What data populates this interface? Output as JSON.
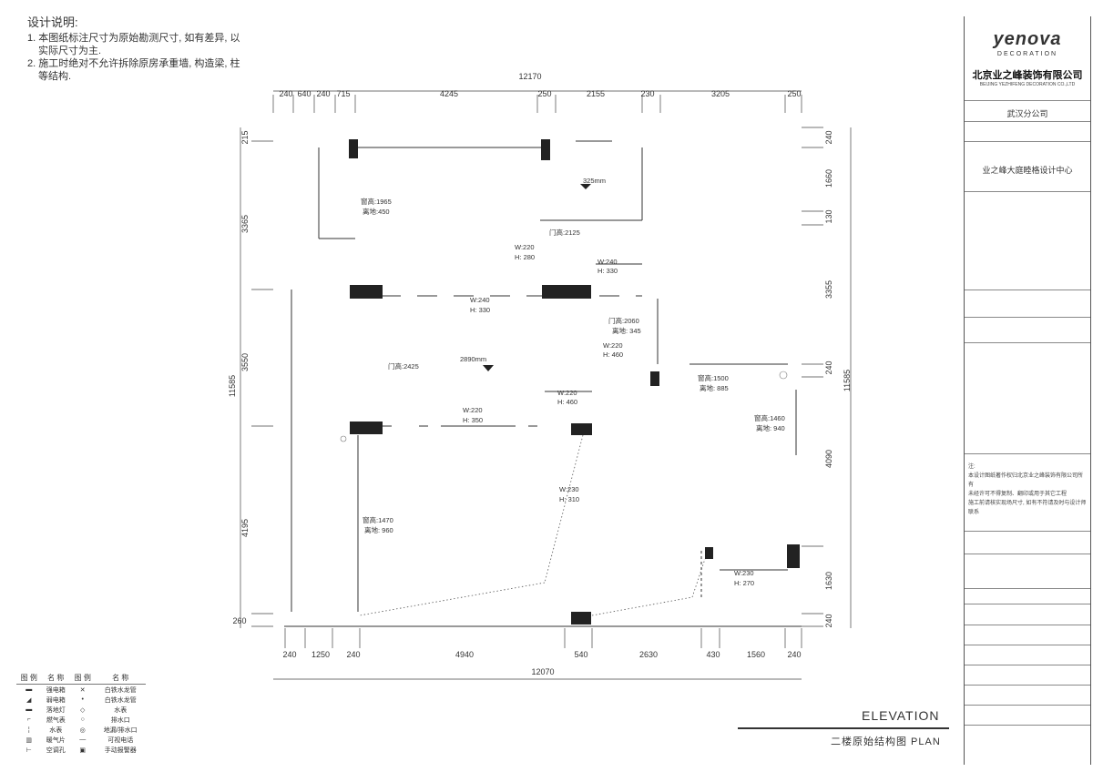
{
  "notes": {
    "title": "设计说明:",
    "lines": [
      "1. 本图纸标注尺寸为原始勘测尺寸, 如有差异, 以",
      "实际尺寸为主.",
      "2. 施工时绝对不允许拆除原房承重墙, 构造梁, 柱",
      "等结构."
    ]
  },
  "plan": {
    "dims_top_total": "12170",
    "dims_top": [
      "240",
      "640",
      "240",
      "715",
      "4245",
      "250",
      "2155",
      "230",
      "3205",
      "250"
    ],
    "dims_bottom_total": "12070",
    "dims_bottom": [
      "240",
      "1250",
      "240",
      "4940",
      "540",
      "2630",
      "430",
      "1560",
      "240"
    ],
    "dims_left_total": "11585",
    "dims_left": [
      "215",
      "3365",
      "3550",
      "4195",
      "260"
    ],
    "dims_right_total": "11585",
    "dims_right": [
      "240",
      "1660",
      "130",
      "3355",
      "240",
      "4090",
      "1630",
      "240"
    ],
    "labels": {
      "win1_a": "窗高:1965",
      "win1_b": "离地:450",
      "beam_325": "325mm",
      "door_2125": "门高:2125",
      "w220_h280_a": "W:220",
      "w220_h280_b": "H: 280",
      "w240_h330_a": "W:240",
      "w240_h330_b": "H: 330",
      "w240_h330_2a": "W:240",
      "w240_h330_2b": "H: 330",
      "door_2060_a": "门高:2060",
      "door_2060_b": "离地: 345",
      "w220_h460_a": "W:220",
      "w220_h460_b": "H: 460",
      "beam_2890": "2890mm",
      "door_2425": "门高:2425",
      "win_1500_a": "窗高:1500",
      "win_1500_b": "离地: 885",
      "w220_h460_2a": "W:220",
      "w220_h460_2b": "H: 460",
      "w220_h350_a": "W:220",
      "w220_h350_b": "H: 350",
      "win_1460_a": "窗高:1460",
      "win_1460_b": "离地: 940",
      "w230_h310_a": "W:230",
      "w230_h310_b": "H: 310",
      "win_1470_a": "窗高:1470",
      "win_1470_b": "离地: 960",
      "w230_h270_a": "W:230",
      "w230_h270_b": "H: 270"
    }
  },
  "titleblock": {
    "logo": "yenova",
    "logo_sub": "DECORATION",
    "company": "北京业之峰装饰有限公司",
    "company_en": "BEIJING YEZHIFENG DECORATION CO.,LTD",
    "branch": "武汉分公司",
    "center": "业之峰大庭睦格设计中心",
    "notes": [
      "注:",
      "本设计图纸著作权归北京业之峰装饰有限公司所有",
      "未经许可不得复制、翻印或用于其它工程",
      "施工前请核实现场尺寸, 如有不符请及时与设计师联系"
    ]
  },
  "legend": {
    "headers": [
      "图 例",
      "名 称",
      "图 例",
      "名 称"
    ],
    "rows": [
      [
        "",
        "强电箱",
        "",
        "白铁水龙管"
      ],
      [
        "",
        "弱电箱",
        "",
        "白铁水龙管"
      ],
      [
        "",
        "落地灯",
        "",
        "水表"
      ],
      [
        "",
        "燃气表",
        "",
        "排水口"
      ],
      [
        "",
        "水表",
        "",
        "地漏/排水口"
      ],
      [
        "",
        "暖气片",
        "",
        "可视电话"
      ],
      [
        "",
        "空调孔",
        "",
        "手动报警器"
      ]
    ]
  },
  "elevation_label": "ELEVATION",
  "plan_title": "二楼原始结构图 PLAN"
}
